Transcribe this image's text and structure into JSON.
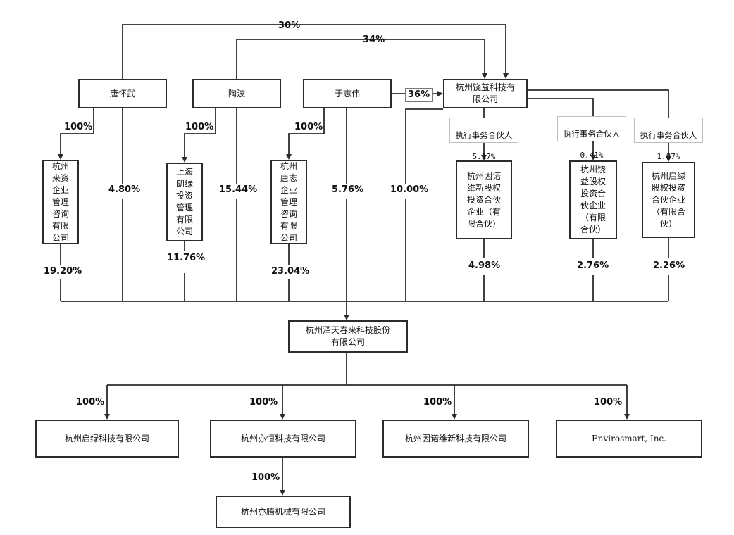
{
  "nodes": {
    "tang_huaiwu": "唐怀武",
    "tao_bo": "陶波",
    "yu_zhiwei": "于志伟",
    "raoyi_tech": "杭州饶益科技有\n限公司",
    "laizi_consulting": "杭州\n来资\n企业\n管理\n咨询\n有限\n公司",
    "shanghai_langlv": "上海\n朗绿\n投资\n管理\n有限\n公司",
    "tangzhi_consulting": "杭州\n唐志\n企业\n管理\n咨询\n有限\n公司",
    "yinnuowei_partnership": "杭州因诺\n维新股权\n投资合伙\n企业（有\n限合伙）",
    "raoyi_partnership": "杭州饶\n益股权\n投资合\n伙企业\n（有限\n合伙）",
    "qilv_partnership": "杭州启绿\n股权投资\n合伙企业\n（有限合\n伙）",
    "zetian": "杭州泽天春来科技股份\n有限公司",
    "qilv_tech": "杭州启绿科技有限公司",
    "yiheng_tech": "杭州亦恒科技有限公司",
    "yinnuowei_tech": "杭州因诺维新科技有限公司",
    "envirosmart": "Envirosmart, Inc.",
    "yiteng_machinery": "杭州亦腾机械有限公司"
  },
  "gp_labels": {
    "title": "执行事务合伙人",
    "yinnuowei": "5.17%",
    "raoyi": "0.41%",
    "qilv": "1.87%"
  },
  "percents": {
    "tang_to_raoyi": "30%",
    "tao_to_raoyi": "34%",
    "yu_to_raoyi": "36%",
    "tang_to_laizi": "100%",
    "tao_to_langlv": "100%",
    "yu_to_tangzhi": "100%",
    "tang_direct": "4.80%",
    "tao_direct": "15.44%",
    "yu_direct": "5.76%",
    "raoyi_direct": "10.00%",
    "laizi_stake": "19.20%",
    "langlv_stake": "11.76%",
    "tangzhi_stake": "23.04%",
    "yinnuowei_stake": "4.98%",
    "raoyi_partnership_stake": "2.76%",
    "qilv_partnership_stake": "2.26%",
    "sub_qilv": "100%",
    "sub_yiheng": "100%",
    "sub_yinnuowei": "100%",
    "sub_envirosmart": "100%",
    "sub_yiteng": "100%"
  },
  "colors": {
    "line": "#2b2b2b",
    "box_border": "#2b2b2b",
    "text": "#111111"
  }
}
